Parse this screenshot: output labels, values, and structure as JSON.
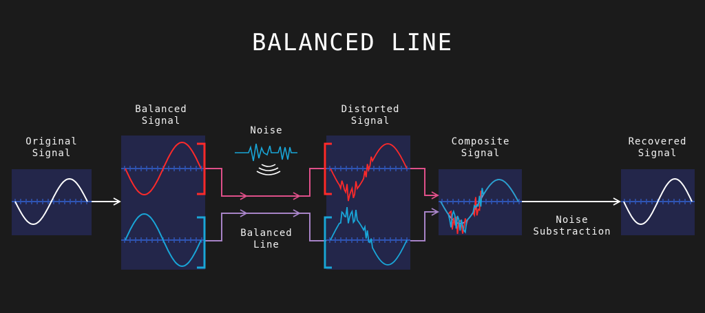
{
  "title": "BALANCED LINE",
  "labels": {
    "original": "Original\nSignal",
    "balanced": "Balanced\nSignal",
    "noise": "Noise",
    "balanced_line": "Balanced\nLine",
    "distorted": "Distorted\nSignal",
    "composite": "Composite\nSignal",
    "noise_subtraction": "Noise\nSubstraction",
    "recovered": "Recovered\nSignal"
  },
  "colors": {
    "background": "#1b1b1b",
    "panel": "#23264a",
    "axis": "#2f55b4",
    "hot": "#ff2a2a",
    "cold": "#19a6d8",
    "hot_line": "#e0508a",
    "cold_line": "#a884c8",
    "white": "#ffffff"
  }
}
